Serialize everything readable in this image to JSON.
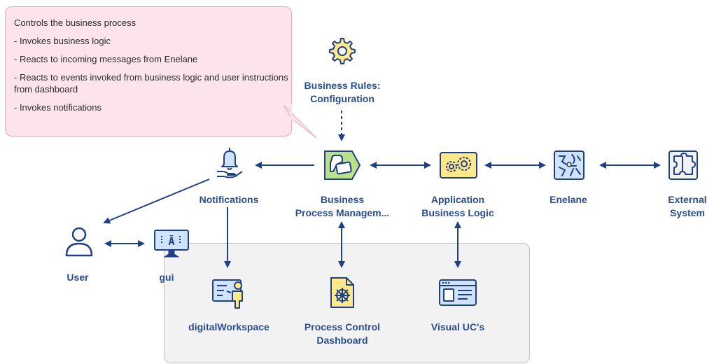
{
  "callout": {
    "lines": [
      "Controls the business process",
      "- Invokes business logic",
      "- Reacts to incoming messages from Enelane",
      "- Reacts to events invoked from business logic and user instructions from dashboard",
      "- Invokes notifications"
    ]
  },
  "nodes": {
    "business_rules": {
      "label_1": "Business Rules:",
      "label_2": "Configuration",
      "icon": "gear-icon"
    },
    "notifications": {
      "label_1": "Notifications",
      "icon": "bell-hand-icon"
    },
    "bpm": {
      "label_1": "Business",
      "label_2": "Process Managem...",
      "icon": "process-puzzle-icon"
    },
    "app_logic": {
      "label_1": "Application",
      "label_2": "Business Logic",
      "icon": "gears-icon"
    },
    "enelane": {
      "label_1": "Enelane",
      "icon": "network-map-icon"
    },
    "external": {
      "label_1": "External",
      "label_2": "System",
      "icon": "puzzle-icon"
    },
    "user": {
      "label_1": "User",
      "icon": "person-icon"
    },
    "gui": {
      "label_1": "gui",
      "icon": "monitor-icon"
    },
    "digital_workspace": {
      "label_1": "digitalWorkspace",
      "icon": "presentation-icon"
    },
    "dashboard": {
      "label_1": "Process Control",
      "label_2": "Dashboard",
      "icon": "document-wheel-icon"
    },
    "visual_uc": {
      "label_1": "Visual UC's",
      "icon": "browser-window-icon"
    }
  },
  "colors": {
    "primary": "#1f3f86",
    "label": "#2a4d8f",
    "icon_fill": "#ffe98a",
    "icon_green": "#b9e08a",
    "icon_blue_fill": "#cfe3ff",
    "callout_bg": "#fde4ec",
    "callout_border": "#f0a7bd"
  }
}
